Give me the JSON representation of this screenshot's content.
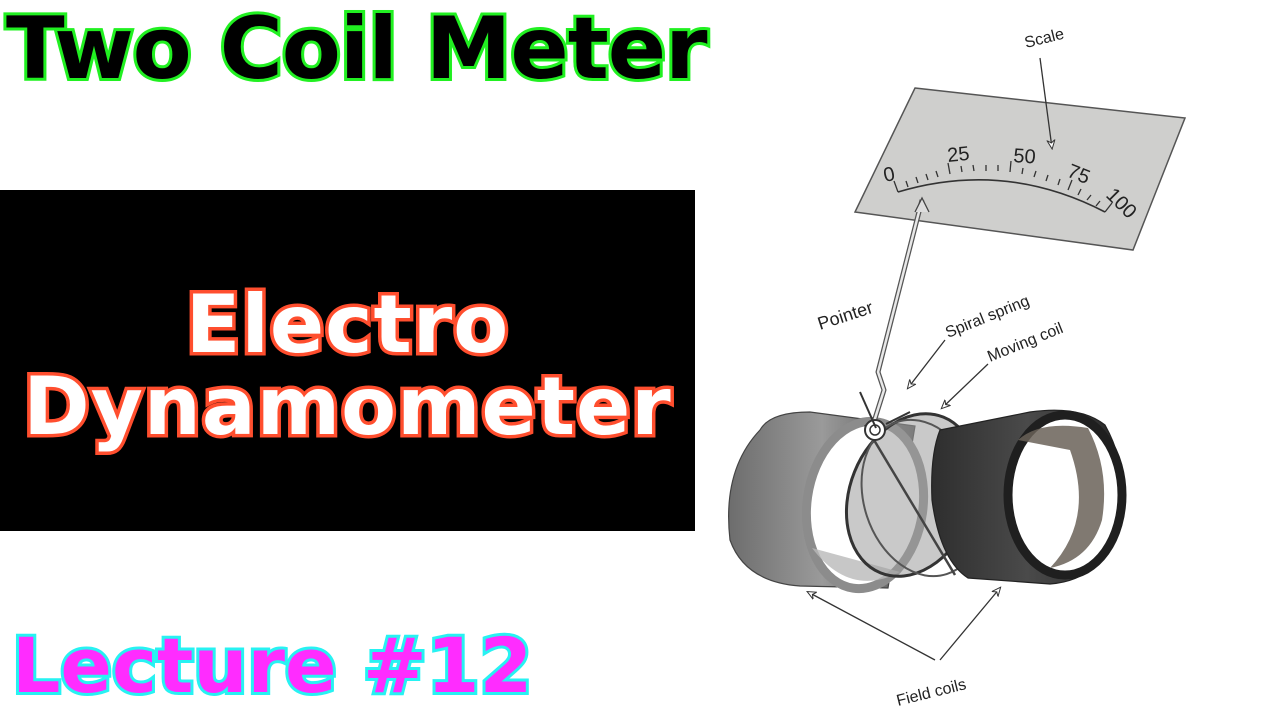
{
  "title": "Two Coil Meter",
  "panel": {
    "line1": "Electro",
    "line2": "Dynamometer"
  },
  "lecture": "Lecture #12",
  "diagram": {
    "labels": {
      "scale": "Scale",
      "pointer": "Pointer",
      "spiral_spring": "Spiral spring",
      "moving_coil": "Moving coil",
      "field_coils": "Field coils"
    },
    "scale_ticks": [
      "0",
      "25",
      "50",
      "75",
      "100"
    ]
  },
  "colors": {
    "title_outline": "#22f022",
    "panel_text_outline": "#ff4e2e",
    "lecture_fill": "#ff2cff",
    "lecture_outline": "#27f2f2",
    "scale_plate": "#cfcfcd"
  }
}
